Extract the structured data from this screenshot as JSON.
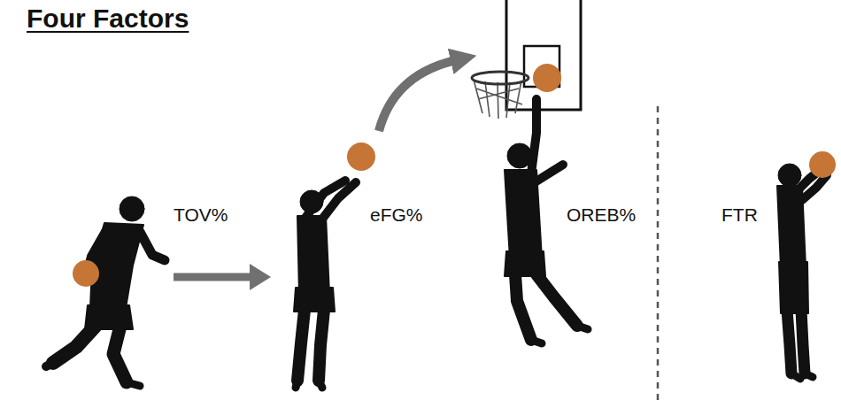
{
  "diagram": {
    "title": "Four Factors",
    "labels": [
      "TOV%",
      "eFG%",
      "OREB%",
      "FTR"
    ]
  }
}
